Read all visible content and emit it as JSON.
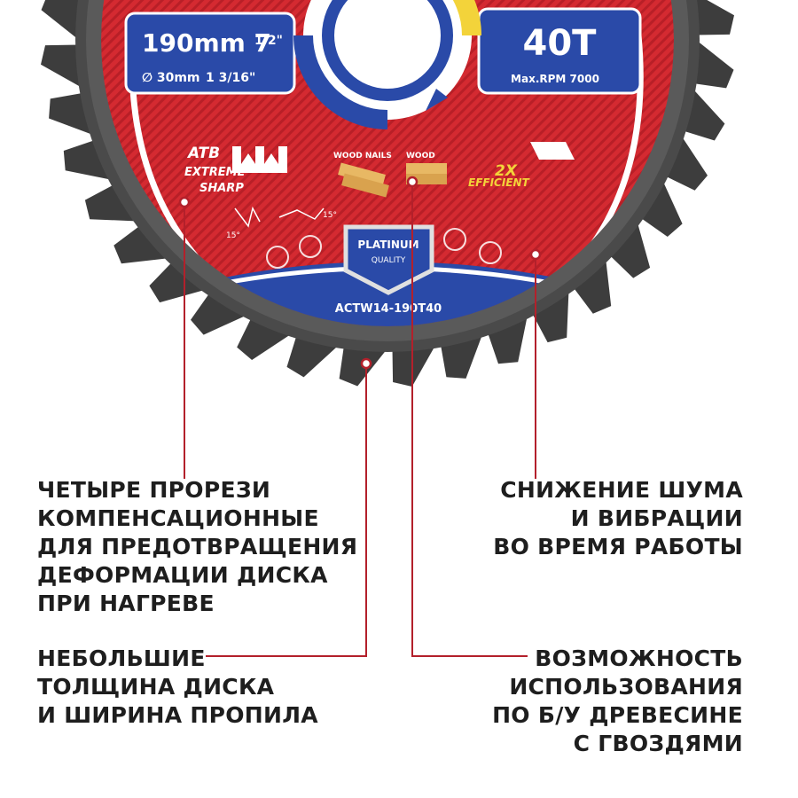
{
  "blade": {
    "size_label": "190mm 7",
    "size_fraction": "1/2\"",
    "bore_label": "∅ 30mm",
    "bore_fraction": "1 3/16\"",
    "teeth_label": "40T",
    "rpm_label": "Max.RPM 7000",
    "atb_label": "ATB",
    "extreme_label": "EXTREME",
    "sharp_label": "SHARP",
    "wood_nails_label": "WOOD NAILS",
    "wood_label": "WOOD",
    "efficient_x_label": "2X",
    "efficient_label": "EFFICIENT",
    "angle_left_label": "15°",
    "angle_right_label": "15°",
    "platinum_label": "PLATINUM",
    "quality_label": "QUALITY",
    "model_label": "ACTW14-190T40",
    "colors": {
      "body": "#d42a31",
      "blue": "#2a4aa8",
      "teeth": "#3d3d3d",
      "accent": "#f3d33a"
    }
  },
  "callouts": {
    "slots": [
      "ЧЕТЫРЕ ПРОРЕЗИ",
      "КОМПЕНСАЦИОННЫЕ",
      "ДЛЯ ПРЕДОТВРАЩЕНИЯ",
      "ДЕФОРМАЦИИ ДИСКА",
      "ПРИ НАГРЕВЕ"
    ],
    "noise": [
      "СНИЖЕНИЕ ШУМА",
      "И ВИБРАЦИИ",
      "ВО ВРЕМЯ РАБОТЫ"
    ],
    "thin": [
      "НЕБОЛЬШИЕ",
      "ТОЛЩИНА ДИСКА",
      "И ШИРИНА ПРОПИЛА"
    ],
    "nails": [
      "ВОЗМОЖНОСТЬ",
      "ИСПОЛЬЗОВАНИЯ",
      "ПО Б/У ДРЕВЕСИНЕ",
      "С ГВОЗДЯМИ"
    ]
  },
  "leader_color": "#b3202b"
}
